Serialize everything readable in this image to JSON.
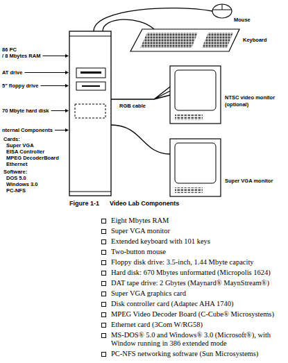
{
  "diagram": {
    "caption": "Figure 1-1      Video Lab Components",
    "labels": [
      "86 PC",
      "/ 8 Mbytes RAM",
      "AT drive",
      "5\" floppy drive",
      "70 Mbyte hard disk",
      "nternal Components",
      "Cards:",
      "Super VGA",
      "EISA Controller",
      "MPEG DecoderBoard",
      "Ethernet",
      "Software:",
      "DOS 5.0",
      "Windows 3.0",
      "PC-NFS",
      "Mouse",
      "Keyboard",
      "RGB cable",
      "NTSC video monitor",
      "(optional)",
      "Super VGA monitor",
      "Eight Mbytes RAM",
      "Super VGA monitor",
      "Extended keyboard with 101 keys",
      "Two-button mouse",
      "Floppy disk drive: 3.5-inch, 1.44 Mbyte capacity",
      "Hard disk: 670 Mbytes unformatted (Micropolis 1624)",
      "DAT tape drive: 2 Gbytes (Maynard® MaynStream®)",
      "Super VGA graphics card",
      "Disk controller card (Adaptec AHA 1740)",
      "MPEG Video Decoder Board (C-Cube® Microsystems)",
      "Ethernet card (3Com W/RG58)",
      "MS-DOS® 5.0 and Windows® 3.0 (Microsoft®), with Window running in 386 extended mode",
      "PC-NFS networking software (Sun Microsystems)"
    ]
  }
}
